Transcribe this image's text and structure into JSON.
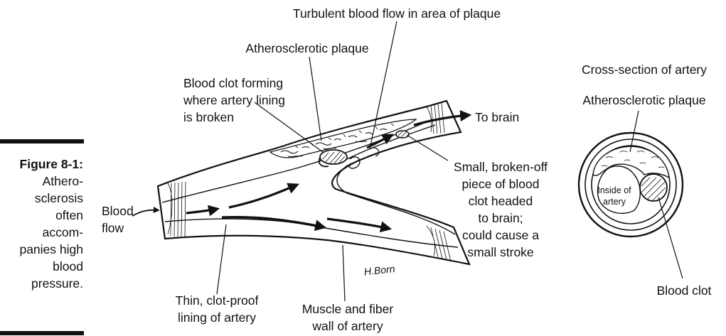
{
  "figure": {
    "number": "Figure 8-1:",
    "caption_lines": [
      "Athero-",
      "sclerosis",
      "often",
      "accom-",
      "panies high",
      "blood",
      "pressure."
    ]
  },
  "labels": {
    "turbulent": "Turbulent blood flow in area of plaque",
    "plaque": "Atherosclerotic plaque",
    "clot_forming": [
      "Blood clot forming",
      "where artery lining",
      "is broken"
    ],
    "to_brain": "To  brain",
    "blood_flow": [
      "Blood",
      "flow"
    ],
    "broken_piece": [
      "Small, broken-off",
      "piece of blood",
      "clot headed",
      "to brain;",
      "could cause a",
      "small stroke"
    ],
    "thin_lining": [
      "Thin, clot-proof",
      "lining of artery"
    ],
    "muscle_wall": [
      "Muscle and fiber",
      "wall of artery"
    ],
    "signature": "H.Born"
  },
  "cross_section": {
    "title": "Cross-section of artery",
    "plaque": "Atherosclerotic plaque",
    "inside": [
      "Inside of",
      "artery"
    ],
    "clot": "Blood clot"
  }
}
